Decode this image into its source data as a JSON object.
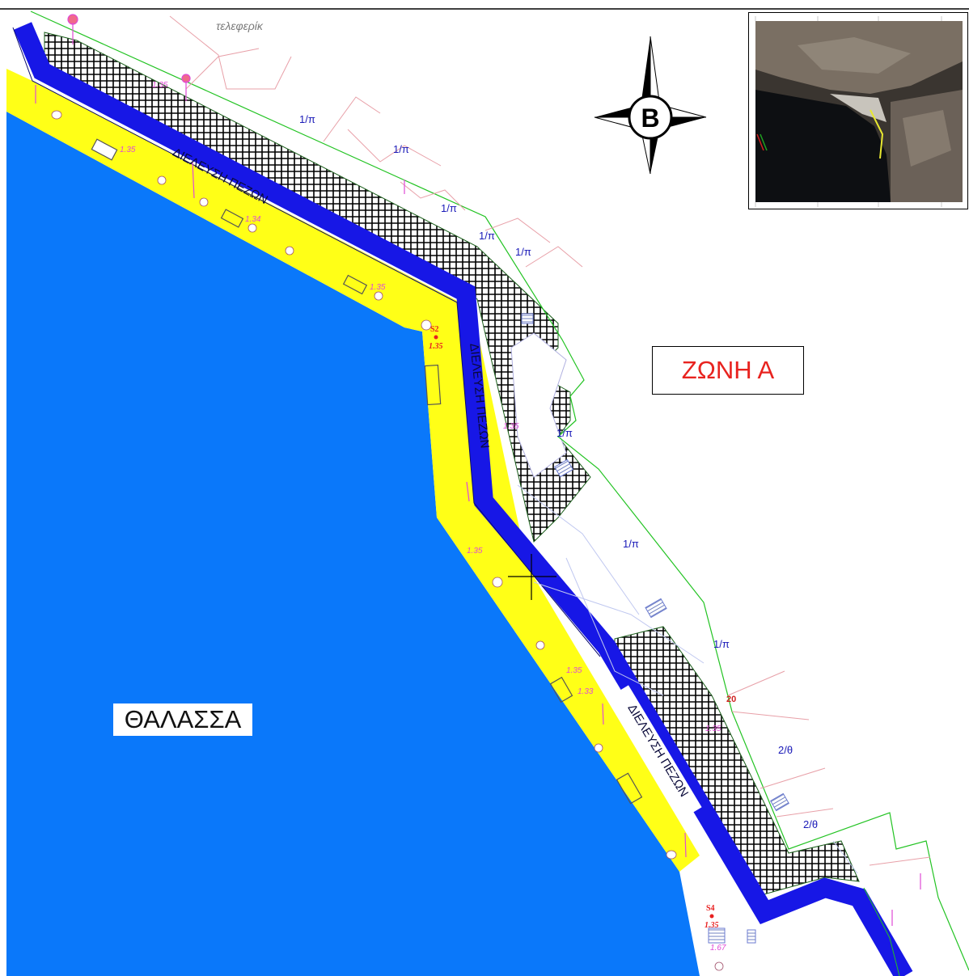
{
  "map": {
    "zone_label": "ΖΩΝΗ Α",
    "sea_label": "ΘΑΛΑΣΣΑ",
    "compass_letter": "B",
    "cable_car_label": "τελεφερίκ",
    "pedestrian_labels": [
      "ΔΙΕΛΕΥΣΗ ΠΕΖΩΝ",
      "ΔΙΕΛΕΥΣΗ ΠΕΖΩΝ",
      "ΔΙΕΛΕΥΣΗ ΠΕΖΩΝ"
    ],
    "building_labels": [
      "1/π",
      "1/π",
      "1/π",
      "1/π",
      "1/π",
      "1/π",
      "1/π",
      "1/π",
      "2/θ",
      "2/θ"
    ],
    "elevations": [
      "1.35",
      "1.34",
      "1.35",
      "1.35",
      "1.35",
      "1.35",
      "1.35",
      "1.35",
      "1.33",
      "1.35",
      "1.35",
      "1.67"
    ],
    "survey_points": [
      {
        "id": "S2",
        "elevation": "1.35"
      },
      {
        "id": "S4",
        "elevation": "1.35"
      }
    ],
    "point_number": "20",
    "colors": {
      "sea": "#0a78fa",
      "walkway": "#1717e6",
      "promenade": "#ffff17",
      "zone_text": "#e8231f",
      "boundary": "#22c322",
      "elevation": "#e04ad6",
      "building": "#1a1ab8"
    }
  }
}
